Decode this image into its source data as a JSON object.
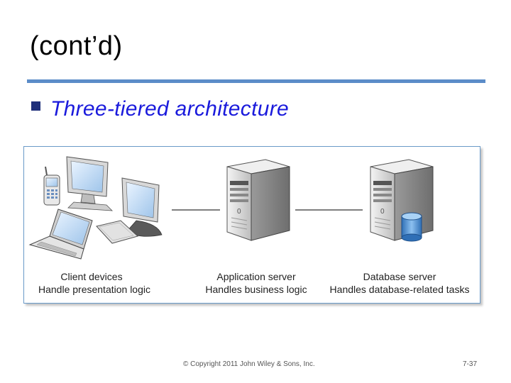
{
  "slide": {
    "title": "(cont’d)",
    "bullet": "Three-tiered architecture",
    "accent_color": "#5b8cc8",
    "bullet_color": "#1a1adc"
  },
  "diagram": {
    "tiers": [
      {
        "icon": "client-devices-icon",
        "name": "Client devices",
        "role": "Handle presentation logic"
      },
      {
        "icon": "application-server-icon",
        "name": "Application server",
        "role": "Handles business logic"
      },
      {
        "icon": "database-server-icon",
        "name": "Database server",
        "role": "Handles database-related tasks"
      }
    ],
    "server_label": "0"
  },
  "footer": {
    "copyright": "© Copyright 2011 John Wiley & Sons, Inc.",
    "page": "7-37"
  }
}
